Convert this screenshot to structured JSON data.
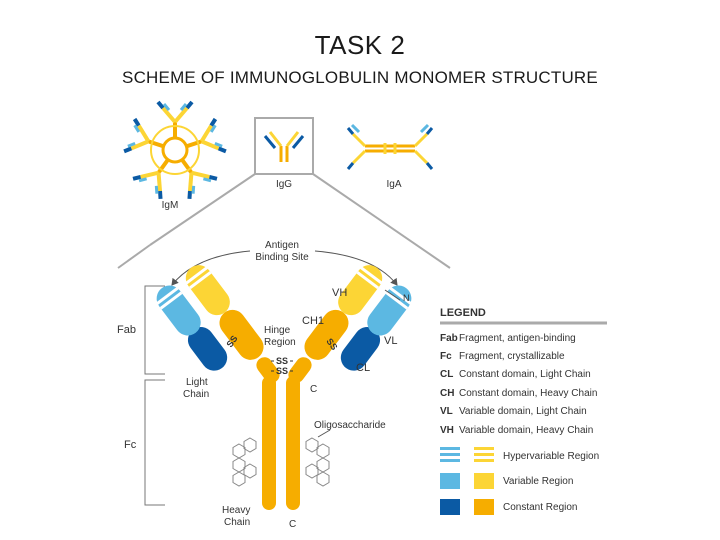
{
  "title": "TASK 2",
  "subtitle": "SCHEME OF IMMUNOGLOBULIN MONOMER STRUCTURE",
  "colors": {
    "yellow_light": "#fcd535",
    "yellow_dark": "#f6ad00",
    "blue_light": "#5cb8e2",
    "blue_dark": "#0b5aa4",
    "outline": "#999999"
  },
  "isotypes": {
    "igm": "IgM",
    "igg": "IgG",
    "iga": "IgA"
  },
  "labels": {
    "antigen_binding_site": [
      "Antigen",
      "Binding Site"
    ],
    "fab": "Fab",
    "fc": "Fc",
    "vh": "VH",
    "n": "N",
    "ch1": "CH1",
    "hinge_region": [
      "Hinge",
      "Region"
    ],
    "ss": "SS",
    "vl": "VL",
    "cl": "CL",
    "c_light": "C",
    "light_chain": [
      "Light",
      "Chain"
    ],
    "oligosaccharide": "Oligosaccharide",
    "heavy_chain": [
      "Heavy",
      "Chain"
    ],
    "c_heavy": "C"
  },
  "legend": {
    "title": "LEGEND",
    "items": [
      {
        "abbr": "Fab",
        "text": "Fragment, antigen-binding"
      },
      {
        "abbr": "Fc",
        "text": "Fragment, crystallizable"
      },
      {
        "abbr": "CL",
        "text": "Constant domain, Light Chain"
      },
      {
        "abbr": "CH",
        "text": "Constant domain, Heavy Chain"
      },
      {
        "abbr": "VL",
        "text": "Variable domain, Light Chain"
      },
      {
        "abbr": "VH",
        "text": "Variable domain, Heavy Chain"
      }
    ],
    "swatches": [
      {
        "label": "Hypervariable Region"
      },
      {
        "label": "Variable Region"
      },
      {
        "label": "Constant Region"
      }
    ]
  }
}
